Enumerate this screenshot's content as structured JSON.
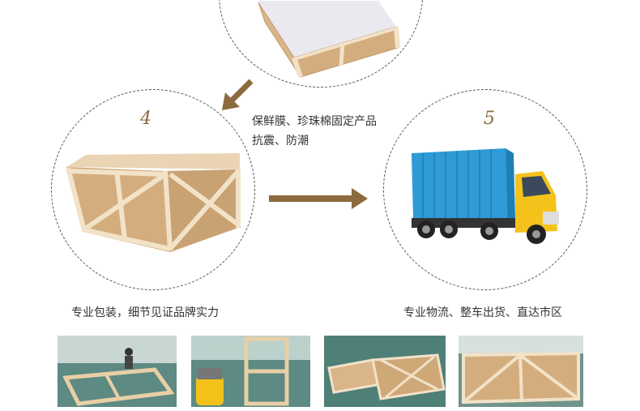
{
  "steps": {
    "step4": {
      "number": "4"
    },
    "step5": {
      "number": "5"
    }
  },
  "notes": {
    "wrap_line1": "保鲜膜、珍珠棉固定产品",
    "wrap_line2": "抗震、防潮"
  },
  "captions": {
    "left": "专业包装，细节见证品牌实力",
    "right": "专业物流、整车出货、直达市区"
  },
  "colors": {
    "arrow": "#8b6a3e",
    "crate_wood": "#d9b58a",
    "crate_slat": "#f2e2c8",
    "truck_container": "#2e9bd6",
    "truck_cab": "#f4c21a",
    "floor_green": "#4d7b72"
  },
  "photos": [
    {
      "name": "photo-workshop-frame"
    },
    {
      "name": "photo-workshop-vacuum"
    },
    {
      "name": "photo-crates-stacked"
    },
    {
      "name": "photo-crate-finished"
    }
  ]
}
